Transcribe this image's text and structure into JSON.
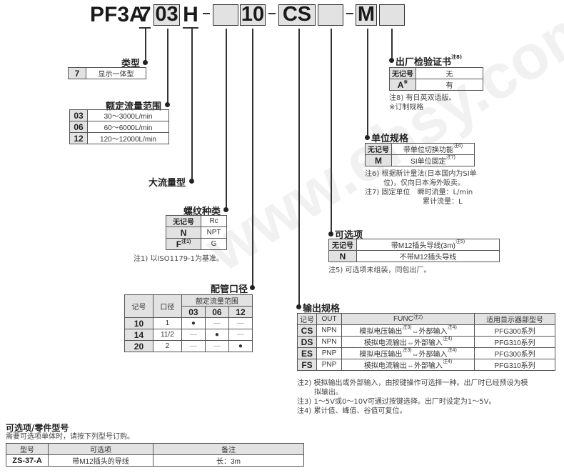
{
  "model_code": {
    "prefix": "PF3A",
    "type": "7",
    "flow_range": "03",
    "high_flow": "H",
    "dash": "-",
    "thread": "",
    "port": "10",
    "output": "CS",
    "option": "",
    "unit": "M",
    "cert": ""
  },
  "type_section": {
    "title": "类型",
    "rows": [
      {
        "code": "7",
        "desc": "显示一体型"
      }
    ]
  },
  "flow_section": {
    "title": "额定流量范围",
    "rows": [
      {
        "code": "03",
        "desc": "30～3000L/min"
      },
      {
        "code": "06",
        "desc": "60～6000L/min"
      },
      {
        "code": "12",
        "desc": "120～12000L/min"
      }
    ]
  },
  "high_flow_section": {
    "title": "大流量型"
  },
  "thread_section": {
    "title": "螺纹种类",
    "rows": [
      {
        "code": "无记号",
        "note": "",
        "desc": "Rc"
      },
      {
        "code": "N",
        "note": "",
        "desc": "NPT"
      },
      {
        "code": "F",
        "note": "注1)",
        "desc": "G"
      }
    ],
    "footnote": "注1) 以ISO1179-1为基准。"
  },
  "port_section": {
    "title": "配管口径",
    "headers": {
      "code": "记号",
      "size": "口径",
      "range": "额定流量范围",
      "cols": [
        "03",
        "06",
        "12"
      ]
    },
    "rows": [
      {
        "code": "10",
        "size": "1",
        "cells": [
          "●",
          "—",
          "—"
        ]
      },
      {
        "code": "14",
        "size": "11/2",
        "cells": [
          "—",
          "●",
          "—"
        ]
      },
      {
        "code": "20",
        "size": "2",
        "cells": [
          "—",
          "—",
          "●"
        ]
      }
    ]
  },
  "cert_section": {
    "title": "出厂检验证书",
    "title_note": "注8)",
    "rows": [
      {
        "code": "无记号",
        "mark": "",
        "desc": "无"
      },
      {
        "code": "A",
        "mark": "※",
        "desc": "有"
      }
    ],
    "notes": [
      "注8) 有日英双语版。",
      "※订制规格"
    ]
  },
  "unit_section": {
    "title": "单位规格",
    "rows": [
      {
        "code": "无记号",
        "desc": "带单位切换功能",
        "note": "注6)"
      },
      {
        "code": "M",
        "desc": "SI单位固定",
        "note": "注7)"
      }
    ],
    "notes": [
      "注6) 根据新计量法(日本国内为SI单",
      "位)，仅向日本海外贩卖。",
      "注7) 固定单位　瞬时流量：L/min",
      "累计流量：L"
    ]
  },
  "option_section": {
    "title": "可选项",
    "rows": [
      {
        "code": "无记号",
        "desc": "带M12插头导线(3m)",
        "note": "注5)"
      },
      {
        "code": "N",
        "desc": "不带M12插头导线",
        "note": ""
      }
    ],
    "footnote": "注5) 可选项未组装，同包出厂。"
  },
  "output_section": {
    "title": "输出规格",
    "headers": {
      "code": "记号",
      "out": "OUT",
      "func": "FUNC",
      "func_note": "注2)",
      "display": "适用显示器部型号"
    },
    "rows": [
      {
        "code": "CS",
        "out": "NPN",
        "func_a": "模拟电压输出",
        "note_a": "注3)",
        "arrow": "⇔",
        "func_b": "外部输入",
        "note_b": "注4)",
        "display": "PFG300系列"
      },
      {
        "code": "DS",
        "out": "NPN",
        "func_a": "模拟电流输出",
        "note_a": "",
        "arrow": "⇔",
        "func_b": "外部输入",
        "note_b": "注4)",
        "display": "PFG310系列"
      },
      {
        "code": "ES",
        "out": "PNP",
        "func_a": "模拟电压输出",
        "note_a": "注3)",
        "arrow": "⇔",
        "func_b": "外部输入",
        "note_b": "注4)",
        "display": "PFG300系列"
      },
      {
        "code": "FS",
        "out": "PNP",
        "func_a": "模拟电流输出",
        "note_a": "",
        "arrow": "⇔",
        "func_b": "外部输入",
        "note_b": "注4)",
        "display": "PFG310系列"
      }
    ],
    "notes": [
      "注2) 模拟输出或外部输入，由按键操作可选择一种。出厂时已经预设为模",
      "拟输出。",
      "注3) 1～5V或0～10V可通过按键选择。出厂时设定为1～5V。",
      "注4) 累计值、峰值、谷值可复位。"
    ]
  },
  "parts_section": {
    "title": "可选项/零件型号",
    "subtitle": "需要可选项单体时，请按下列型号订购。",
    "headers": [
      "型号",
      "可选项",
      "备注"
    ],
    "rows": [
      {
        "model": "ZS-37-A",
        "option": "带M12插头的导线",
        "remark": "长：3m"
      }
    ]
  },
  "watermark": "www.ehsy.com"
}
